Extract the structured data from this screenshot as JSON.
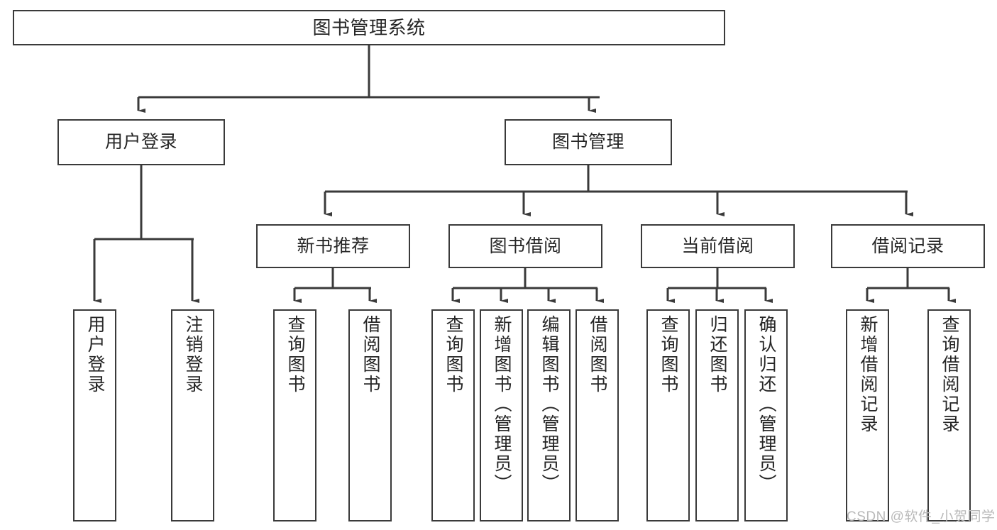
{
  "diagram": {
    "title": "图书管理系统",
    "type": "tree",
    "orientation": "top-down",
    "colors": {
      "box_border": "#3a3a3a",
      "box_fill": "#ffffff",
      "connector": "#3a3a3a",
      "text": "#262626",
      "watermark": "#b9b9b9"
    },
    "nodes": {
      "root": {
        "label": "图书管理系统",
        "level": 1,
        "text_orientation": "horizontal"
      },
      "level2": [
        {
          "label": "用户登录",
          "text_orientation": "horizontal"
        },
        {
          "label": "图书管理",
          "text_orientation": "horizontal"
        }
      ],
      "level3": [
        {
          "label": "新书推荐",
          "text_orientation": "horizontal"
        },
        {
          "label": "图书借阅",
          "text_orientation": "horizontal"
        },
        {
          "label": "当前借阅",
          "text_orientation": "horizontal"
        },
        {
          "label": "借阅记录",
          "text_orientation": "horizontal"
        }
      ],
      "leaves_user_login": [
        {
          "label": "用户登录",
          "text_orientation": "vertical"
        },
        {
          "label": "注销登录",
          "text_orientation": "vertical"
        }
      ],
      "leaves_new_book": [
        {
          "label": "查询图书",
          "text_orientation": "vertical"
        },
        {
          "label": "借阅图书",
          "text_orientation": "vertical"
        }
      ],
      "leaves_borrow": [
        {
          "label": "查询图书",
          "text_orientation": "vertical"
        },
        {
          "label": "新增图书（管理员）",
          "text_orientation": "vertical"
        },
        {
          "label": "编辑图书（管理员）",
          "text_orientation": "vertical"
        },
        {
          "label": "借阅图书",
          "text_orientation": "vertical"
        }
      ],
      "leaves_current": [
        {
          "label": "查询图书",
          "text_orientation": "vertical"
        },
        {
          "label": "归还图书",
          "text_orientation": "vertical"
        },
        {
          "label": "确认归还（管理员）",
          "text_orientation": "vertical"
        }
      ],
      "leaves_records": [
        {
          "label": "新增借阅记录",
          "text_orientation": "vertical"
        },
        {
          "label": "查询借阅记录",
          "text_orientation": "vertical"
        }
      ]
    }
  },
  "watermark": {
    "text": "CSDN @软件_小贺同学"
  }
}
